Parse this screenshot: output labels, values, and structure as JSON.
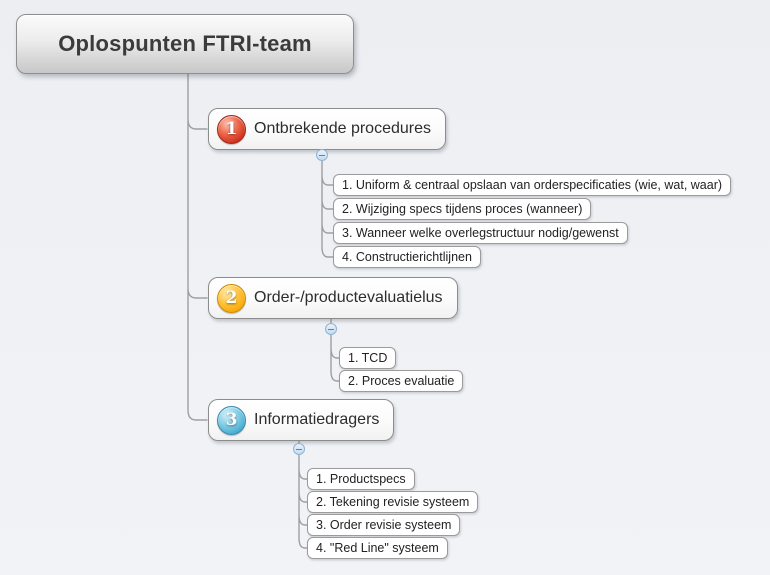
{
  "root": {
    "label": "Oplospunten FTRI-team"
  },
  "branches": [
    {
      "number": "1",
      "label": "Ontbrekende procedures",
      "badge_color": "#ce2f1a",
      "items": [
        "1. Uniform & centraal opslaan van orderspecificaties (wie, wat, waar)",
        "2. Wijziging specs tijdens proces (wanneer)",
        "3. Wanneer welke overlegstructuur nodig/gewenst",
        "4. Constructierichtlijnen"
      ]
    },
    {
      "number": "2",
      "label": "Order-/productevaluatielus",
      "badge_color": "#f9a602",
      "items": [
        "1. TCD",
        "2. Proces evaluatie"
      ]
    },
    {
      "number": "3",
      "label": "Informatiedragers",
      "badge_color": "#42a9cf",
      "items": [
        "1. Productspecs",
        "2. Tekening revisie systeem",
        "3. Order revisie systeem",
        "4. \"Red Line\" systeem"
      ]
    }
  ],
  "icons": {
    "collapse": "minus-circle"
  },
  "colors": {
    "background": "#eef0f4",
    "connector": "#9f9f9f",
    "topic_border": "#8c8c8c",
    "root_fill_top": "#fbfbfb",
    "root_fill_bottom": "#c8c8c8"
  }
}
